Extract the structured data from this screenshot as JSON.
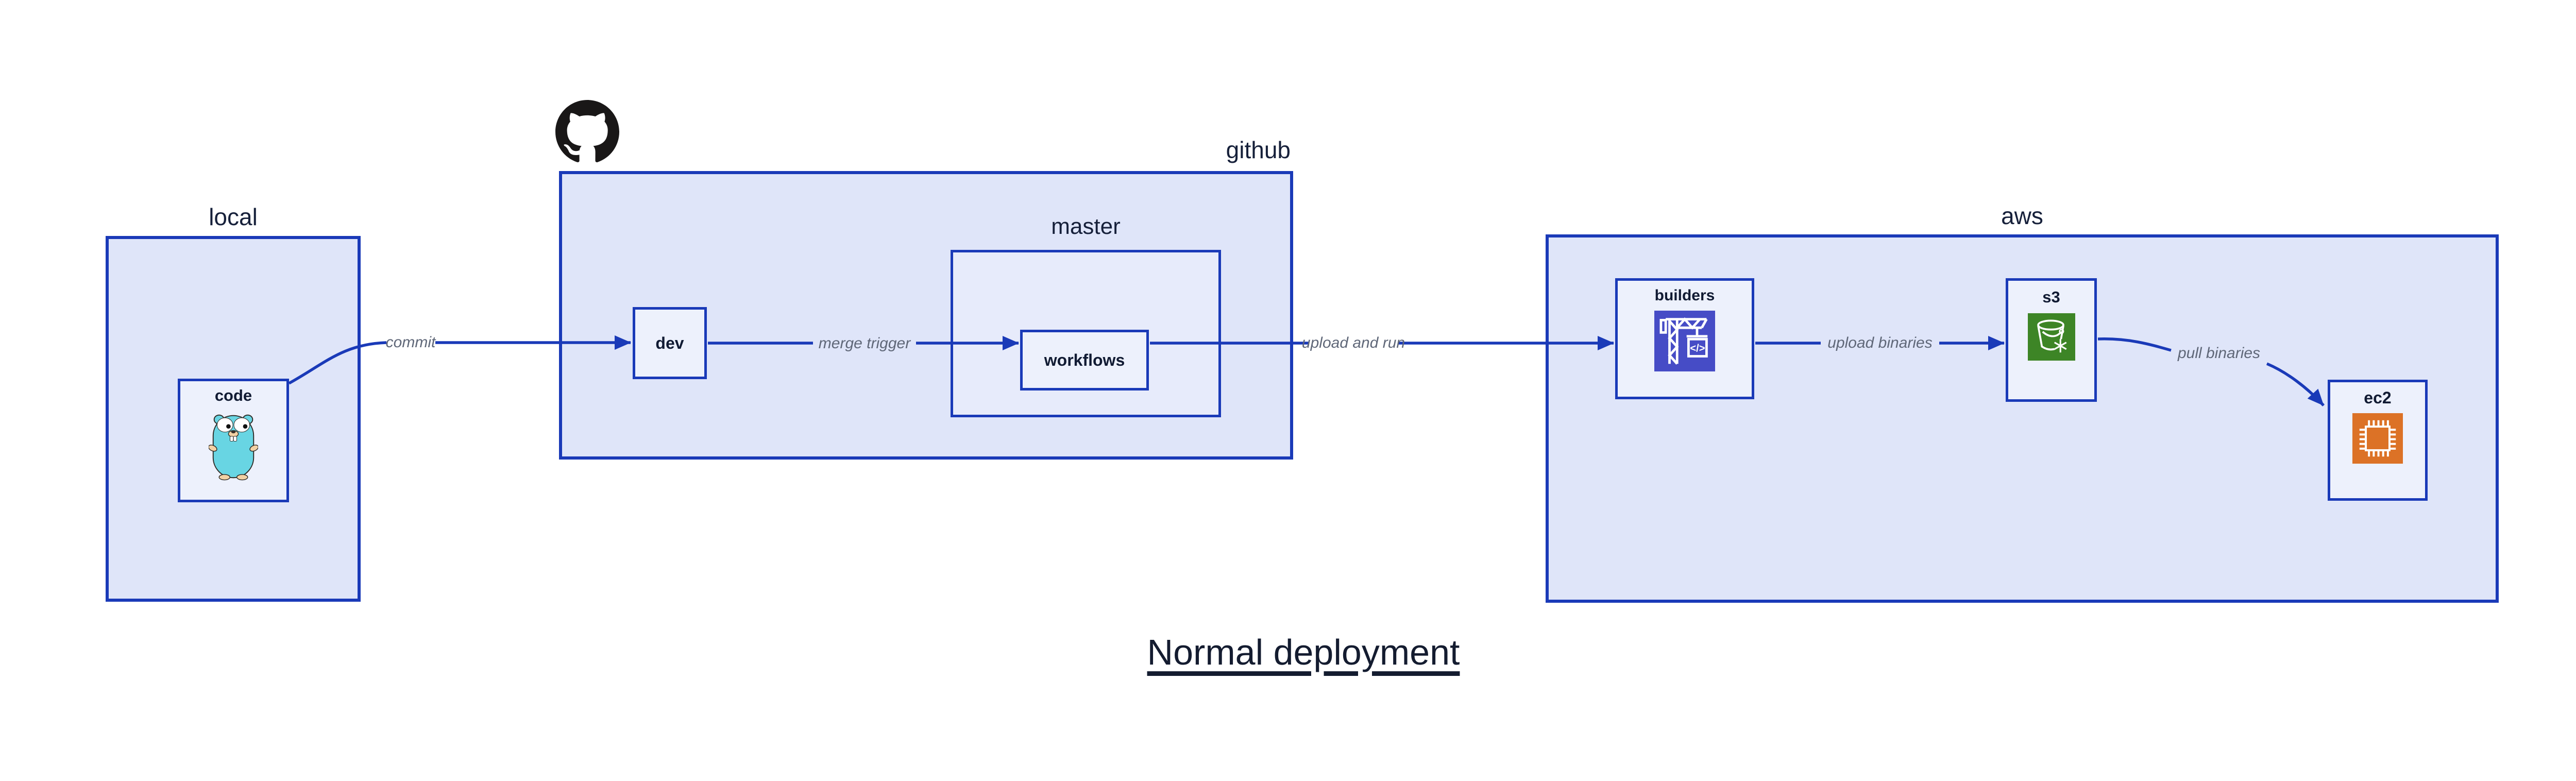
{
  "title": "Normal deployment",
  "groups": {
    "local": {
      "label": "local"
    },
    "github": {
      "label": "github",
      "icon": "github-octocat-icon"
    },
    "aws": {
      "label": "aws"
    }
  },
  "nodes": {
    "code": {
      "label": "code",
      "icon": "go-gopher-icon"
    },
    "dev": {
      "label": "dev"
    },
    "master": {
      "label": "master"
    },
    "workflows": {
      "label": "workflows"
    },
    "builders": {
      "label": "builders",
      "icon": "codebuild-crane-icon"
    },
    "s3": {
      "label": "s3",
      "icon": "s3-bucket-icon"
    },
    "ec2": {
      "label": "ec2",
      "icon": "ec2-chip-icon"
    }
  },
  "edges": {
    "commit": {
      "label": "commit",
      "from": "code",
      "to": "dev"
    },
    "merge_trigger": {
      "label": "merge trigger",
      "from": "dev",
      "to": "workflows"
    },
    "upload_and_run": {
      "label": "upload and run",
      "from": "workflows",
      "to": "builders"
    },
    "upload_binaries": {
      "label": "upload binaries",
      "from": "builders",
      "to": "s3"
    },
    "pull_binaries": {
      "label": "pull binaries",
      "from": "s3",
      "to": "ec2"
    }
  },
  "colors": {
    "arrow_blue": "#1a3ab8",
    "border_blue": "#1a3ab8",
    "group_fill": "#dfe5f9",
    "master_fill": "#e7ebfb",
    "node_fill": "#edf1fc",
    "label_navy": "#16203a",
    "node_label_navy": "#111b33",
    "edge_label_gray": "#5f6778",
    "title_color": "#141c30",
    "github_black": "#191717",
    "gopher_teal": "#68d5e3",
    "gopher_tan": "#f2d1a4",
    "codebuild_purple": "#464cc6",
    "s3_green": "#3d8526",
    "ec2_orange": "#dc7226",
    "icon_white": "#ffffff"
  }
}
